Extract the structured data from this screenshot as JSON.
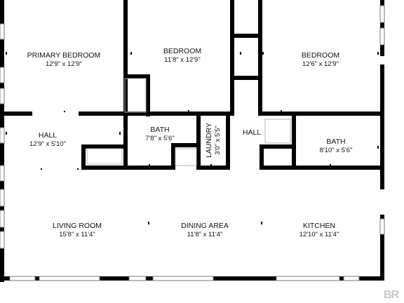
{
  "plan": {
    "rooms": [
      {
        "id": "primary-bedroom",
        "name": "PRIMARY BEDROOM",
        "dims": "12'9\" x 12'9\""
      },
      {
        "id": "bedroom-2",
        "name": "BEDROOM",
        "dims": "11'8\" x 12'9\""
      },
      {
        "id": "bedroom-3",
        "name": "BEDROOM",
        "dims": "12'6\" x 12'9\""
      },
      {
        "id": "hall-1",
        "name": "HALL",
        "dims": "12'9\" x 5'10\""
      },
      {
        "id": "bath-1",
        "name": "BATH",
        "dims": "7'8\" x 5'6\""
      },
      {
        "id": "laundry",
        "name": "LAUNDRY",
        "dims": "3'0\" x 5'5\""
      },
      {
        "id": "hall-2",
        "name": "HALL",
        "dims": ""
      },
      {
        "id": "bath-2",
        "name": "BATH",
        "dims": "8'10\" x 5'6\""
      },
      {
        "id": "living-room",
        "name": "LIVING ROOM",
        "dims": "15'8\" x 11'4\""
      },
      {
        "id": "dining-area",
        "name": "DINING AREA",
        "dims": "11'8\" x 11'4\""
      },
      {
        "id": "kitchen",
        "name": "KITCHEN",
        "dims": "12'10\" x 11'4\""
      }
    ],
    "watermark": "BR",
    "colors": {
      "wall": "#000000",
      "window": "#777777",
      "watermark": "#c9c9c9"
    }
  }
}
